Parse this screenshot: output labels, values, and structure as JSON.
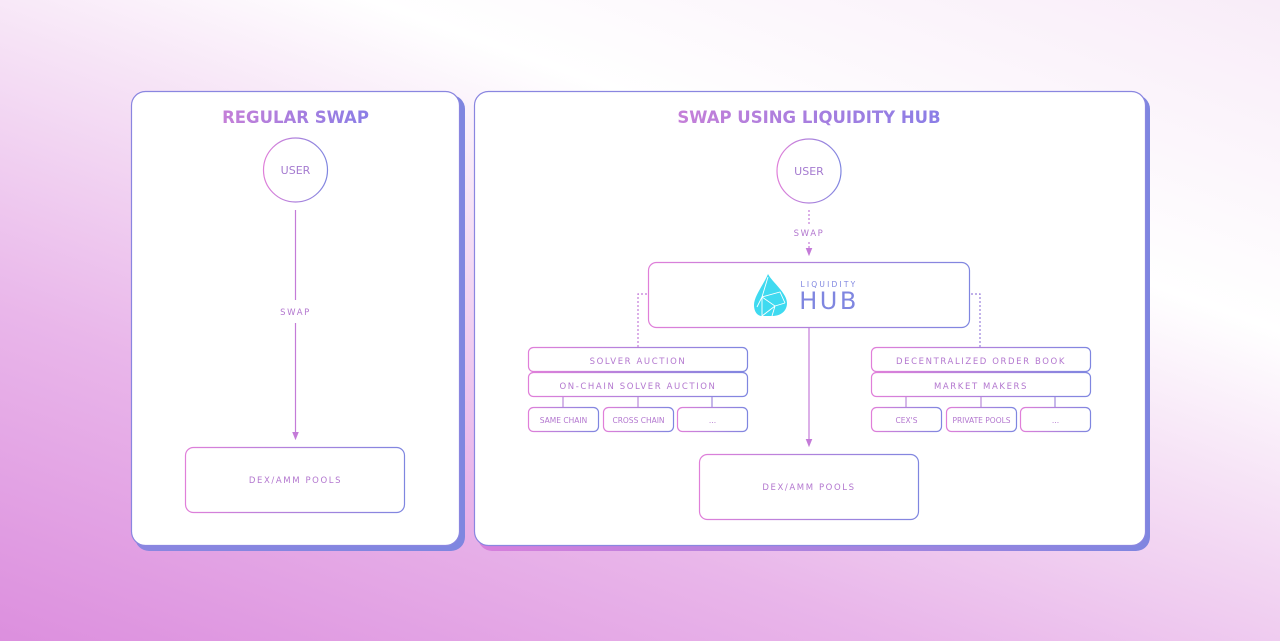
{
  "colors": {
    "title_gradient_start": "#c57fd8",
    "title_gradient_end": "#8b7ee6",
    "border_pink": "#e07fd9",
    "border_blue": "#7f86e0",
    "panel_shadow": "#7f86e0",
    "label_text": "#b377cf",
    "logo_drop": "#3fdaf0",
    "logo_text": "#7f86e0"
  },
  "regular_swap": {
    "title": "REGULAR SWAP",
    "user_label": "USER",
    "arrow_label": "SWAP",
    "destination": "DEX/AMM POOLS"
  },
  "liquidity_hub_swap": {
    "title": "SWAP USING LIQUIDITY HUB",
    "user_label": "USER",
    "arrow_label": "SWAP",
    "hub": {
      "logo_icon": "water-drop-icon",
      "logo_top": "LIQUIDITY",
      "logo_bottom": "HUB"
    },
    "left_stack": {
      "primary": "SOLVER AUCTION",
      "secondary": "ON-CHAIN SOLVER AUCTION",
      "children": [
        "SAME CHAIN",
        "CROSS CHAIN",
        "..."
      ]
    },
    "right_stack": {
      "primary": "DECENTRALIZED ORDER BOOK",
      "secondary": "MARKET MAKERS",
      "children": [
        "CEX'S",
        "PRIVATE POOLS",
        "..."
      ]
    },
    "destination": "DEX/AMM POOLS"
  }
}
